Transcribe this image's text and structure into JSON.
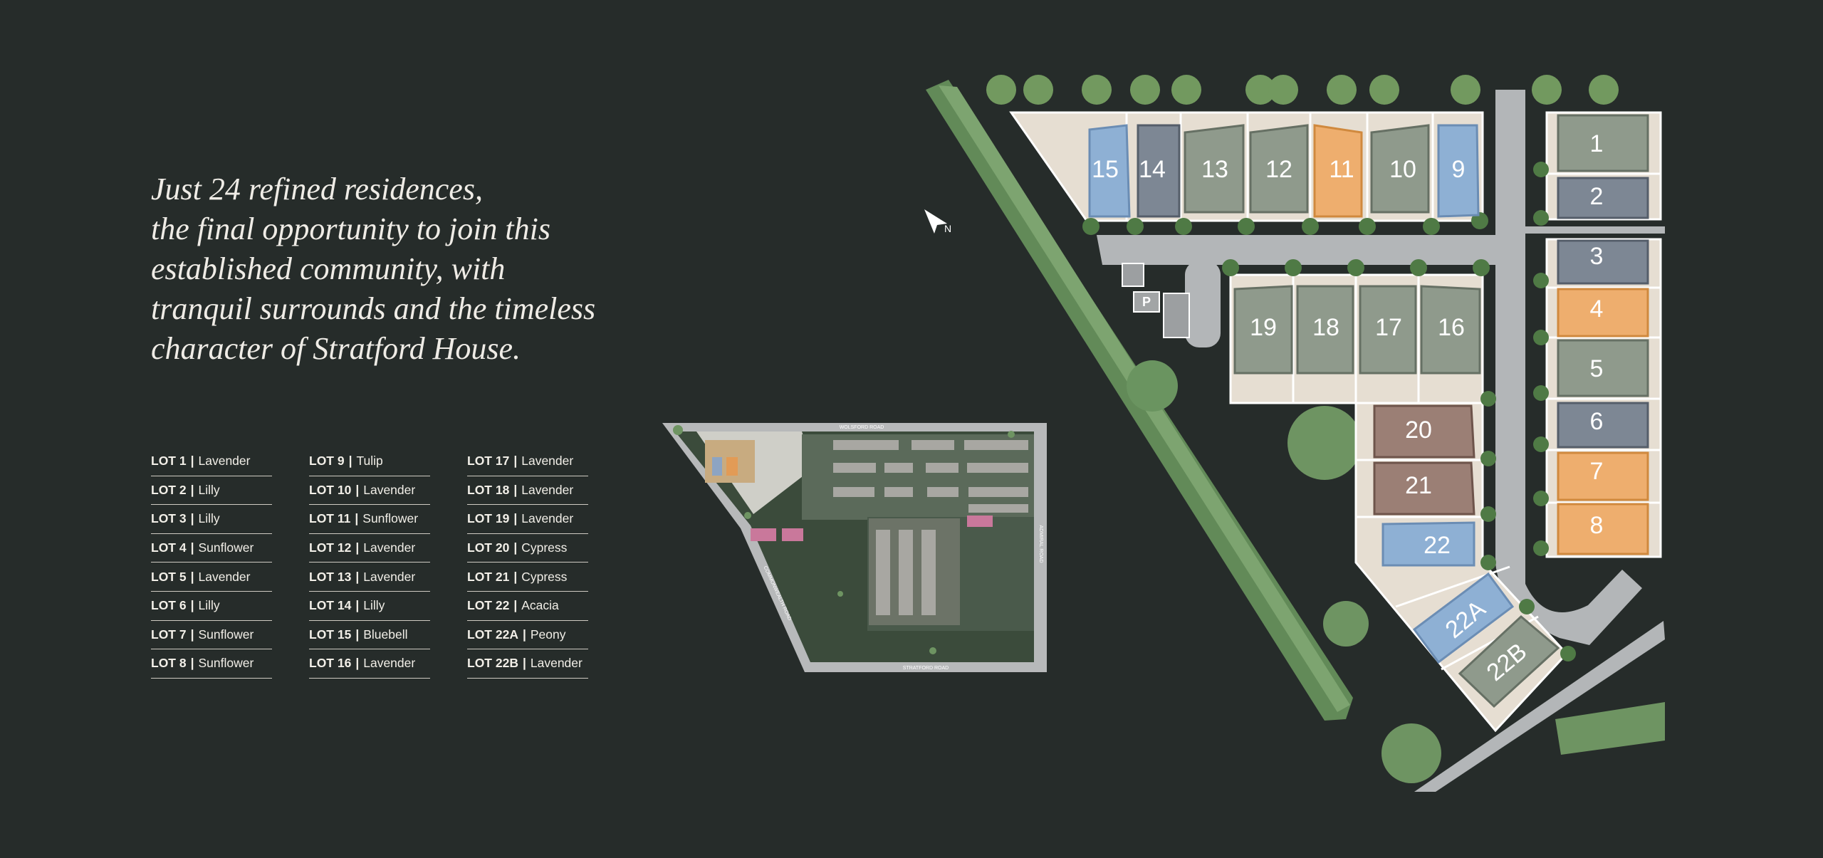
{
  "intro": {
    "lines": [
      "Just 24 refined residences,",
      "the final opportunity to join this",
      "established community, with",
      "tranquil surrounds and the timeless",
      "character of Stratford House."
    ]
  },
  "legend": {
    "columns": [
      [
        {
          "lot": "LOT 1",
          "type": "Lavender"
        },
        {
          "lot": "LOT 2",
          "type": "Lilly"
        },
        {
          "lot": "LOT 3",
          "type": "Lilly"
        },
        {
          "lot": "LOT 4",
          "type": "Sunflower"
        },
        {
          "lot": "LOT 5",
          "type": "Lavender"
        },
        {
          "lot": "LOT 6",
          "type": "Lilly"
        },
        {
          "lot": "LOT 7",
          "type": "Sunflower"
        },
        {
          "lot": "LOT 8",
          "type": "Sunflower"
        }
      ],
      [
        {
          "lot": "LOT 9",
          "type": "Tulip"
        },
        {
          "lot": "LOT 10",
          "type": "Lavender"
        },
        {
          "lot": "LOT 11",
          "type": "Sunflower"
        },
        {
          "lot": "LOT 12",
          "type": "Lavender"
        },
        {
          "lot": "LOT 13",
          "type": "Lavender"
        },
        {
          "lot": "LOT 14",
          "type": "Lilly"
        },
        {
          "lot": "LOT 15",
          "type": "Bluebell"
        },
        {
          "lot": "LOT 16",
          "type": "Lavender"
        }
      ],
      [
        {
          "lot": "LOT 17",
          "type": "Lavender"
        },
        {
          "lot": "LOT 18",
          "type": "Lavender"
        },
        {
          "lot": "LOT 19",
          "type": "Lavender"
        },
        {
          "lot": "LOT 20",
          "type": "Cypress"
        },
        {
          "lot": "LOT 21",
          "type": "Cypress"
        },
        {
          "lot": "LOT 22",
          "type": "Acacia"
        },
        {
          "lot": "LOT 22A",
          "type": "Peony"
        },
        {
          "lot": "LOT 22B",
          "type": "Lavender"
        }
      ]
    ],
    "separator": "|"
  },
  "overview_map": {
    "road_labels": [
      "WOLSFORD ROAD",
      "STRATFORD ROAD",
      "ADMIRAL ROAD",
      "COMMONWEALTH ROAD"
    ]
  },
  "site_plan": {
    "north_label": "N",
    "parking_label": "P",
    "plot_labels": {
      "p1": "1",
      "p2": "2",
      "p3": "3",
      "p4": "4",
      "p5": "5",
      "p6": "6",
      "p7": "7",
      "p8": "8",
      "p9": "9",
      "p10": "10",
      "p11": "11",
      "p12": "12",
      "p13": "13",
      "p14": "14",
      "p15": "15",
      "p16": "16",
      "p17": "17",
      "p18": "18",
      "p19": "19",
      "p20": "20",
      "p21": "21",
      "p22": "22",
      "p22a": "22A",
      "p22b": "22B"
    }
  },
  "colors": {
    "background": "#262c2a",
    "lot_ground": "#e6ded2",
    "lavender": "#8f9a8c",
    "lilly": "#7d8794",
    "sunflower": "#eeae6e",
    "bluebell_tulip_acacia": "#8eb0d4",
    "cypress": "#9b7f75",
    "road": "#b3b6b8",
    "tree": "#6e9462"
  }
}
